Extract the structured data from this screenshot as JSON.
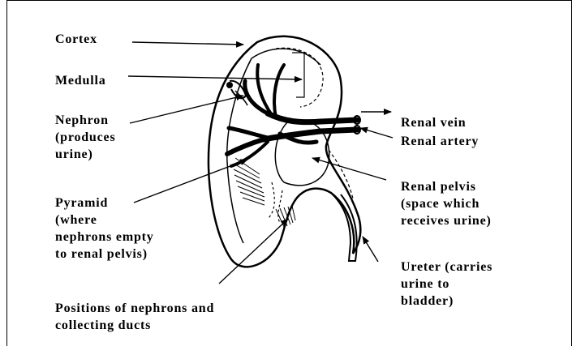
{
  "labels": {
    "cortex": "Cortex",
    "medulla": "Medulla",
    "nephron": [
      "Nephron",
      "(produces",
      "urine)"
    ],
    "pyramid": [
      "Pyramid",
      "(where",
      "nephrons empty",
      "to renal pelvis)"
    ],
    "positions": [
      "Positions of nephrons and",
      "collecting ducts"
    ],
    "renal_vein": "Renal vein",
    "renal_artery": "Renal artery",
    "renal_pelvis": [
      "Renal pelvis",
      "(space which",
      "receives urine)"
    ],
    "ureter": [
      "Ureter (carries",
      "urine to",
      "bladder)"
    ]
  },
  "colors": {
    "ink": "#000000",
    "background": "#ffffff"
  }
}
